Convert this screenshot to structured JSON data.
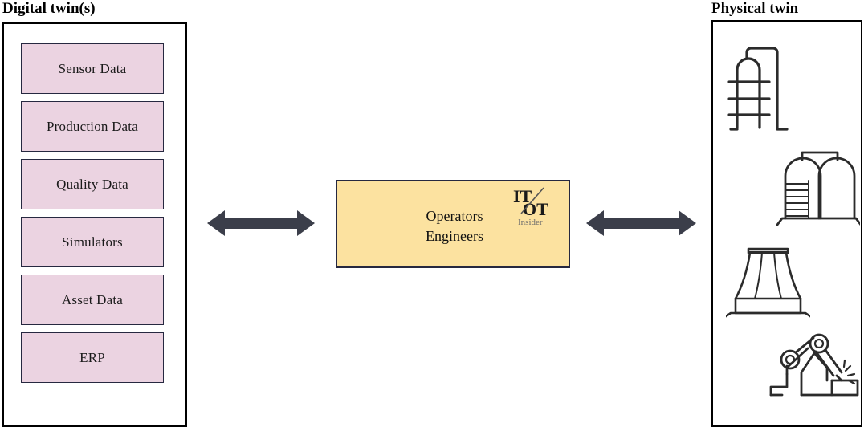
{
  "diagram": {
    "type": "block-diagram",
    "background_color": "#ffffff",
    "left_panel": {
      "title": "Digital twin(s)",
      "border_color": "#000000",
      "box_fill_color": "#EBD3E1",
      "box_border_color": "#262840",
      "items": [
        {
          "label": "Sensor Data"
        },
        {
          "label": "Production Data"
        },
        {
          "label": "Quality Data"
        },
        {
          "label": "Simulators"
        },
        {
          "label": "Asset Data"
        },
        {
          "label": "ERP"
        }
      ]
    },
    "center_box": {
      "label": "Operators\nEngineers",
      "fill_color": "#FCE2A0",
      "border_color": "#262840",
      "logo": {
        "name": "it-ot-insider-logo",
        "top_text": "IT",
        "bottom_text": "OT",
        "caption": "Insider",
        "caption_color": "#6b6b6b",
        "mark_color": "#1a1a1a"
      }
    },
    "right_panel": {
      "title": "Physical twin",
      "border_color": "#000000",
      "icons": [
        {
          "name": "distillation-column-icon",
          "label": "Distillation column"
        },
        {
          "name": "storage-tanks-icon",
          "label": "Storage tanks"
        },
        {
          "name": "cooling-tower-icon",
          "label": "Cooling tower"
        },
        {
          "name": "welding-robot-icon",
          "label": "Welding robot arm"
        }
      ]
    },
    "connectors": [
      {
        "name": "arrow-digital-to-center",
        "direction": "bidirectional",
        "color": "#3B3E4A"
      },
      {
        "name": "arrow-center-to-physical",
        "direction": "bidirectional",
        "color": "#3B3E4A"
      }
    ]
  }
}
